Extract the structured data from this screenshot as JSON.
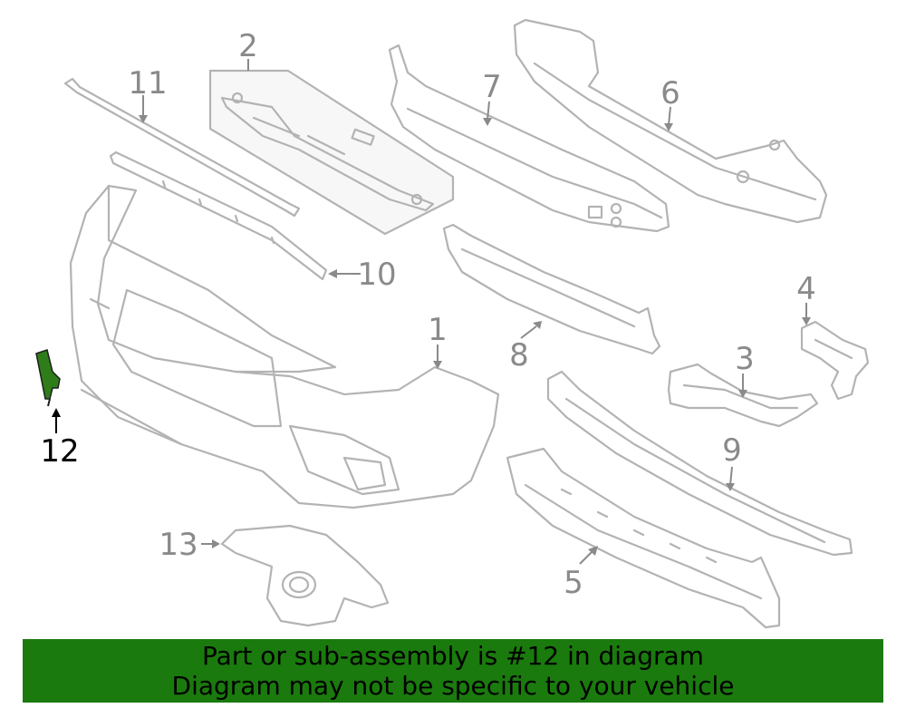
{
  "diagram": {
    "highlighted_part": "12",
    "highlight_color": "#2e7d1a",
    "line_color": "#b3b3b3",
    "callouts": [
      {
        "id": "1",
        "label": "1"
      },
      {
        "id": "2",
        "label": "2"
      },
      {
        "id": "3",
        "label": "3"
      },
      {
        "id": "4",
        "label": "4"
      },
      {
        "id": "5",
        "label": "5"
      },
      {
        "id": "6",
        "label": "6"
      },
      {
        "id": "7",
        "label": "7"
      },
      {
        "id": "8",
        "label": "8"
      },
      {
        "id": "9",
        "label": "9"
      },
      {
        "id": "10",
        "label": "10"
      },
      {
        "id": "11",
        "label": "11"
      },
      {
        "id": "12",
        "label": "12"
      },
      {
        "id": "13",
        "label": "13"
      }
    ]
  },
  "banner": {
    "line1": "Part or sub-assembly is #12 in diagram",
    "line2": "Diagram may not be specific to your vehicle",
    "background": "#1a7a0d"
  }
}
